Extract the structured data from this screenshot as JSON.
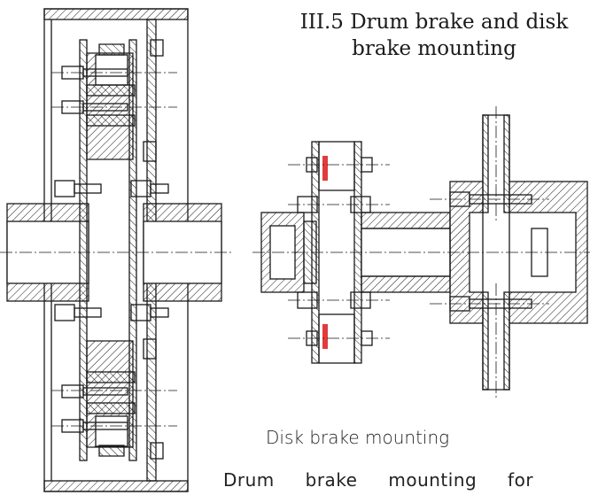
{
  "heading": {
    "line1": "III.5 Drum brake and disk",
    "line2": "brake mounting"
  },
  "caption": "Disk brake mounting",
  "body_text": "Drum brake mounting for",
  "colors": {
    "line": "#1a1a1a",
    "brake_pad": "#e23b3b",
    "background": "#ffffff"
  }
}
